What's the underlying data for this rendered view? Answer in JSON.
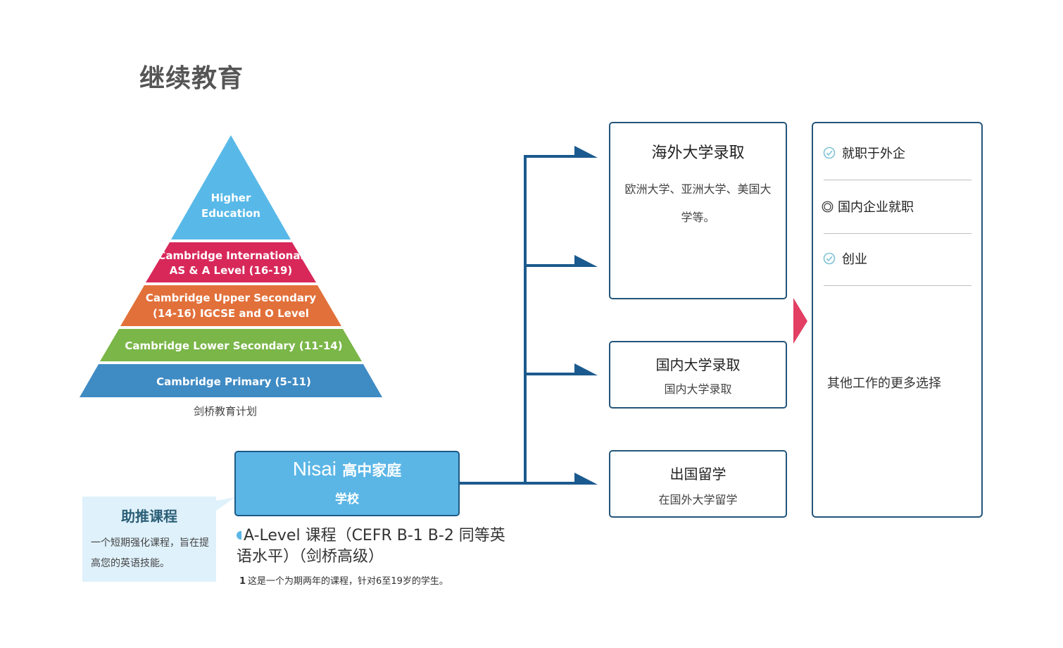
{
  "page": {
    "title": "继续教育"
  },
  "pyramid": {
    "levels": [
      {
        "line1": "Higher",
        "line2": "Education",
        "color": "#58b9e8"
      },
      {
        "line1": "Cambridge International",
        "line2": "AS & A Level (16-19)",
        "color": "#d8285a"
      },
      {
        "line1": "Cambridge Upper Secondary",
        "line2": "(14-16) IGCSE and O Level",
        "color": "#e2703a"
      },
      {
        "line1": "Cambridge Lower Secondary (11-14)",
        "line2": "",
        "color": "#7ab648"
      },
      {
        "line1": "Cambridge Primary (5-11)",
        "line2": "",
        "color": "#3f8bc4"
      }
    ],
    "caption": "剑桥教育计划"
  },
  "school": {
    "brand": "Nisai",
    "name_line1": "高中家庭",
    "name_line2": "学校",
    "color": "#5bb6e6"
  },
  "callout": {
    "title": "助推课程",
    "body": "一个短期强化课程，旨在提高您的英语技能。"
  },
  "course": {
    "title": "A-Level 课程（CEFR B-1 B-2 同等英语水平）（剑桥高级）",
    "mark": "1",
    "description": "这是一个为期两年的课程，针对6至19岁的学生。"
  },
  "outcomes": [
    {
      "title": "海外大学录取",
      "subtitle": "欧洲大学、亚洲大学、美国大学等。"
    },
    {
      "title": "国内大学录取",
      "subtitle": "国内大学录取"
    },
    {
      "title": "出国留学",
      "subtitle": "在国外大学留学"
    }
  ],
  "careers": {
    "items": [
      {
        "label": "就职于外企",
        "icon": "check-circle-icon"
      },
      {
        "label": "国内企业就职",
        "icon": "double-ring-icon"
      },
      {
        "label": "创业",
        "icon": "check-circle-icon"
      }
    ],
    "more": "其他工作的更多选择"
  },
  "colors": {
    "connector": "#1b5a8e",
    "border": "#24557a",
    "accent_arrow": "#e23f63",
    "callout_bg": "#dff1fb"
  }
}
